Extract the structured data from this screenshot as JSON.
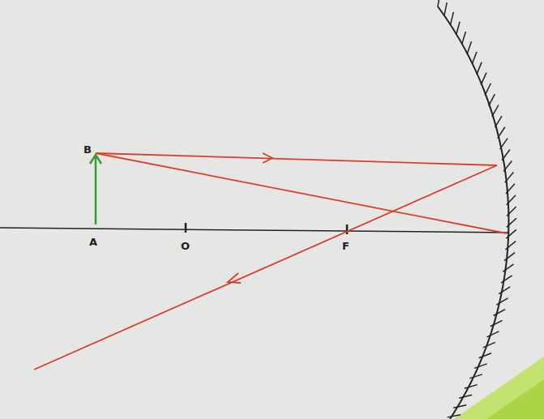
{
  "diagram": {
    "labels": [
      "B",
      "A",
      "O",
      "F"
    ]
  }
}
